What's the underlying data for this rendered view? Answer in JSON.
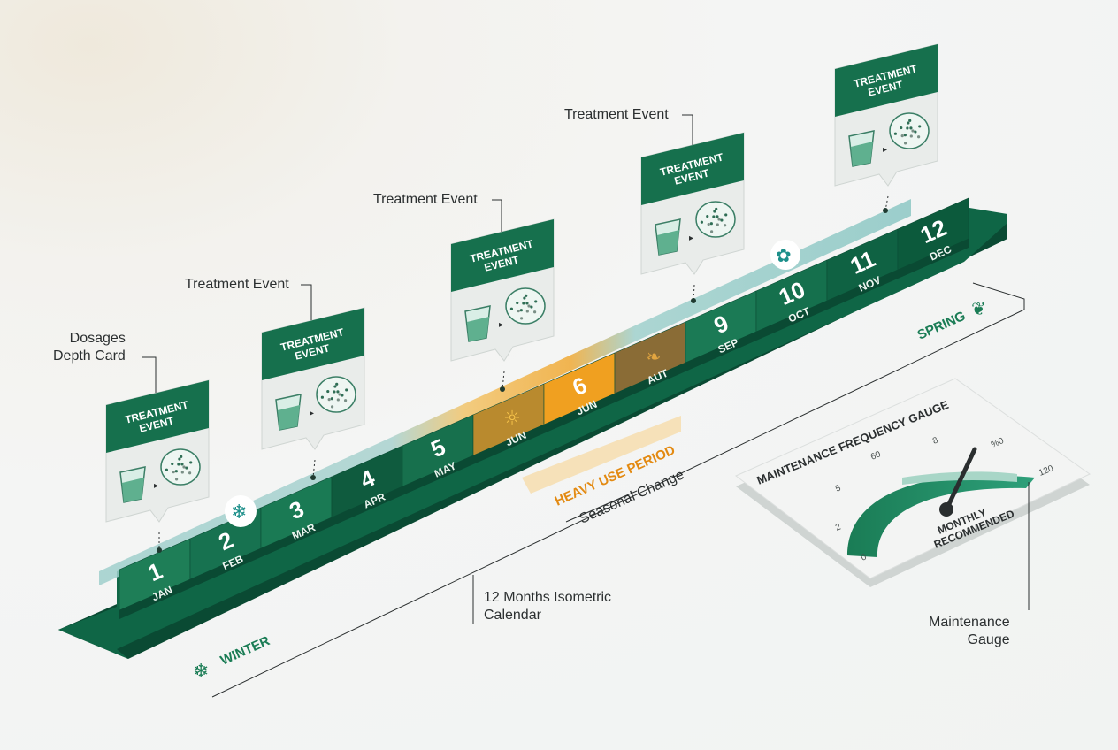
{
  "months": [
    {
      "num": "1",
      "abbr": "JAN"
    },
    {
      "num": "2",
      "abbr": "FEB"
    },
    {
      "num": "3",
      "abbr": "MAR"
    },
    {
      "num": "4",
      "abbr": "APR"
    },
    {
      "num": "5",
      "abbr": "MAY"
    },
    {
      "num": "",
      "abbr": "JUN"
    },
    {
      "num": "6",
      "abbr": "JUN"
    },
    {
      "num": "",
      "abbr": "AUT"
    },
    {
      "num": "9",
      "abbr": "SEP"
    },
    {
      "num": "10",
      "abbr": "OCT"
    },
    {
      "num": "11",
      "abbr": "NOV"
    },
    {
      "num": "12",
      "abbr": "DEC"
    }
  ],
  "cards": [
    {
      "title_line1": "TREATMENT",
      "title_line2": "EVENT"
    },
    {
      "title_line1": "TREATMENT",
      "title_line2": "EVENT"
    },
    {
      "title_line1": "TREATMENT",
      "title_line2": "EVENT"
    },
    {
      "title_line1": "TREATMENT",
      "title_line2": "EVENT"
    },
    {
      "title_line1": "TREATMENT",
      "title_line2": "EVENT"
    }
  ],
  "callouts": {
    "dosages_line1": "Dosages",
    "dosages_line2": "Depth Card",
    "treatment_1": "Treatment Event",
    "treatment_2": "Treatment Event",
    "treatment_3": "Treatment Event",
    "calendar_line1": "12 Months Isometric",
    "calendar_line2": "Calendar",
    "gauge_line1": "Maintenance",
    "gauge_line2": "Gauge",
    "seasonal_change": "Seasonal Change"
  },
  "seasons": {
    "winter": "WINTER",
    "spring": "SPRING",
    "heavy_use": "HEAVY USE PERIOD"
  },
  "gauge": {
    "title": "MAINTENANCE FREQUENCY GAUGE",
    "ticks": [
      "0",
      "2",
      "5",
      "60",
      "8",
      "%0",
      "120"
    ],
    "center_line1": "MONTHLY",
    "center_line2": "RECOMMENDED"
  },
  "icons": [
    "snowflake-icon",
    "flower-icon",
    "sun-icon",
    "leaf-icon",
    "sprout-icon",
    "water-glass-icon",
    "petri-dish-icon"
  ],
  "colors": {
    "green_dark": "#0d5c3f",
    "green": "#1b7a55",
    "green_light": "#2a8f66",
    "orange": "#f0a020",
    "gold": "#b98a2e",
    "brown": "#8a6c36",
    "teal_strip": "#8cc7c4"
  }
}
